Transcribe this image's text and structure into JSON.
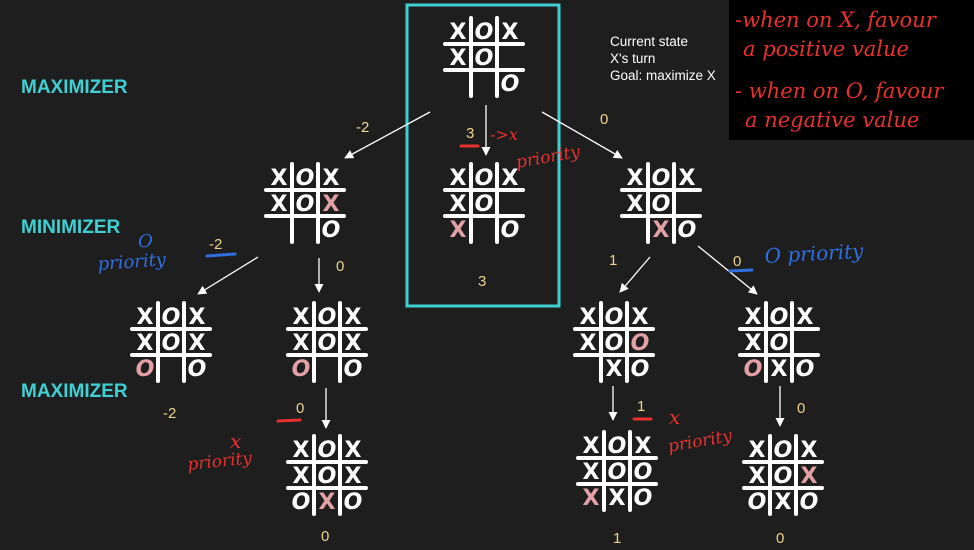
{
  "labels": {
    "level_1": "MAXIMIZER",
    "level_2": "MINIMIZER",
    "level_3": "MAXIMIZER"
  },
  "status": {
    "line1": "Current state",
    "line2": "X's turn",
    "line3": "Goal: maximize X"
  },
  "notes": {
    "line1": "-when on X, favour",
    "line2": "a positive value",
    "line3": "- when on O, favour",
    "line4": "a negative value"
  },
  "colors": {
    "background": "#1e1e1e",
    "grid": "#ffffff",
    "new_mark": "#e3a1a5",
    "score": "#f0d38c",
    "label": "#3fd0d4",
    "highlight_box": "#3fd0d4",
    "handwriting_red": "#e8302f",
    "handwriting_blue": "#2f6fe0"
  },
  "boards": {
    "root": [
      "X",
      "O",
      "X",
      "X",
      "O",
      "",
      "",
      "",
      "O"
    ],
    "m1": [
      "X",
      "O",
      "X",
      "X",
      "O",
      "X",
      "",
      "",
      "O"
    ],
    "m2": [
      "X",
      "O",
      "X",
      "X",
      "O",
      "",
      "X",
      "",
      "O"
    ],
    "m3": [
      "X",
      "O",
      "X",
      "X",
      "O",
      "",
      "",
      "X",
      "O"
    ],
    "n1": [
      "X",
      "O",
      "X",
      "X",
      "O",
      "X",
      "O",
      "",
      "O"
    ],
    "n2": [
      "X",
      "O",
      "X",
      "X",
      "O",
      "X",
      "O",
      "",
      "O"
    ],
    "n3": [
      "X",
      "O",
      "X",
      "X",
      "O",
      "O",
      "",
      "X",
      "O"
    ],
    "n4": [
      "X",
      "O",
      "X",
      "X",
      "O",
      "",
      "O",
      "X",
      "O"
    ],
    "p2": [
      "X",
      "O",
      "X",
      "X",
      "O",
      "X",
      "O",
      "X",
      "O"
    ],
    "p3": [
      "X",
      "O",
      "X",
      "X",
      "O",
      "O",
      "X",
      "X",
      "O"
    ],
    "p4": [
      "X",
      "O",
      "X",
      "X",
      "O",
      "X",
      "O",
      "X",
      "O"
    ]
  },
  "new_marks": {
    "m1": [
      5
    ],
    "m2": [
      6
    ],
    "m3": [
      7
    ],
    "n1": [
      6
    ],
    "n2": [
      6
    ],
    "n3": [
      5
    ],
    "n4": [
      6
    ],
    "p2": [
      7
    ],
    "p3": [
      6
    ],
    "p4": [
      5
    ]
  },
  "scores": {
    "edge_root_m1": "-2",
    "edge_root_m2": "3",
    "edge_root_m3": "0",
    "m2_value": "3",
    "edge_m1_n1": "-2",
    "edge_m1_n2": "0",
    "edge_m3_n3": "1",
    "edge_m3_n4": "0",
    "n1_value": "-2",
    "edge_n2_p2": "0",
    "edge_n3_p3": "1",
    "edge_n4_p4": "0",
    "p2_value": "0",
    "p3_value": "1",
    "p4_value": "0"
  },
  "annotations": {
    "x_symbol": "x",
    "priority": "priority",
    "o_symbol": "O",
    "o_priority": "O priority",
    "arrow_x": "->x"
  }
}
